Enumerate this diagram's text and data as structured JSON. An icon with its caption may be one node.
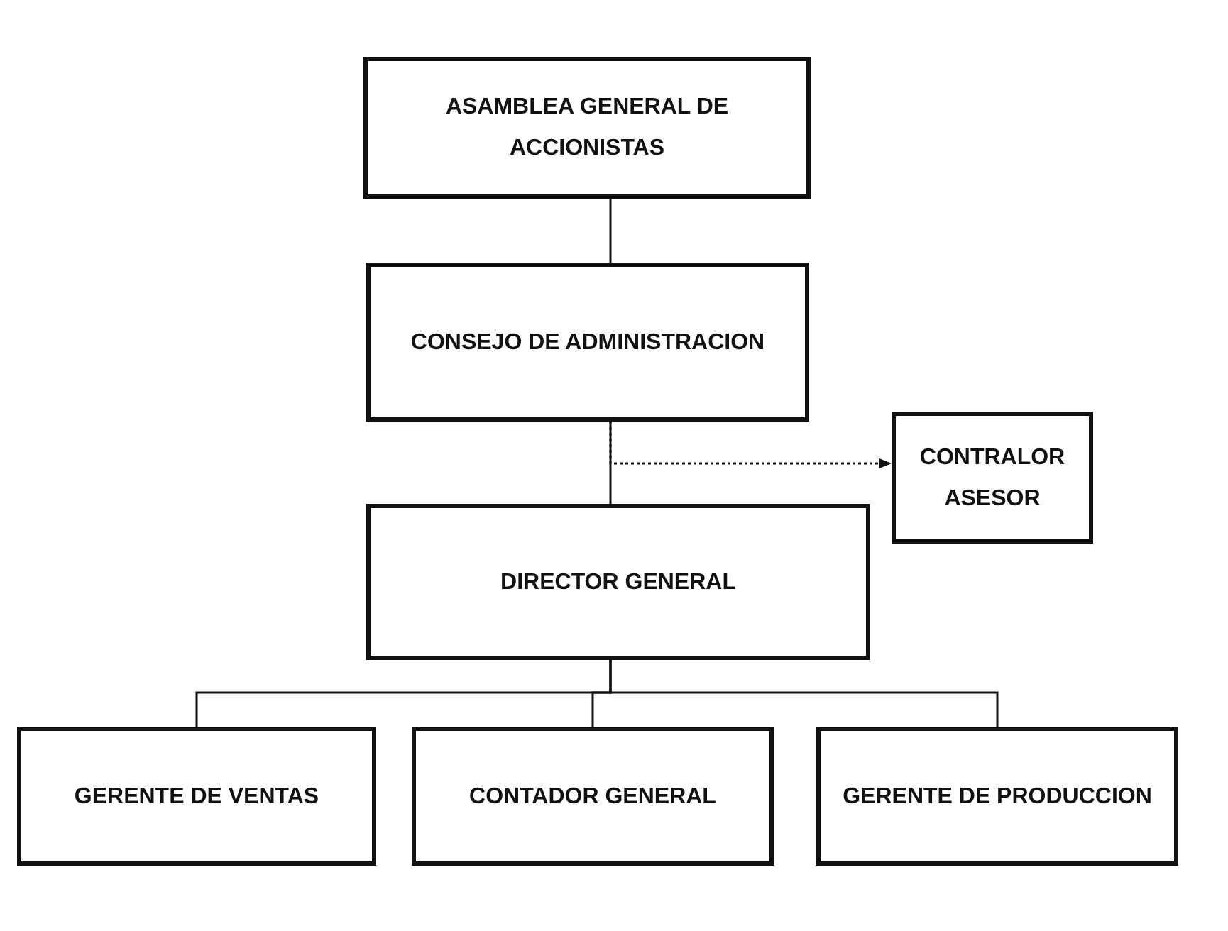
{
  "diagram": {
    "nodes": [
      {
        "text": [
          "ASAMBLEA GENERAL DE ACCIONISTAS"
        ]
      },
      {
        "text": [
          "CONSEJO DE ADMINISTRACION"
        ]
      },
      {
        "text": [
          "DIRECTOR GENERAL"
        ]
      },
      {
        "text": [
          "CONTRALOR ASESOR"
        ]
      },
      {
        "text": [
          "GERENTE DE VENTAS"
        ]
      },
      {
        "text": [
          "CONTADOR GENERAL"
        ]
      },
      {
        "text": [
          "GERENTE DE PRODUCCION"
        ]
      }
    ],
    "edges": [
      {
        "from": 0,
        "to": 1,
        "arrow": "none"
      },
      {
        "from": 1,
        "to": 2,
        "arrow": "none"
      },
      {
        "from": 1,
        "to": 3,
        "arrow": "to",
        "style": "dashed"
      },
      {
        "from": 2,
        "to": 4,
        "arrow": "none"
      },
      {
        "from": 2,
        "to": 5,
        "arrow": "none"
      },
      {
        "from": 2,
        "to": 6,
        "arrow": "none"
      }
    ]
  }
}
